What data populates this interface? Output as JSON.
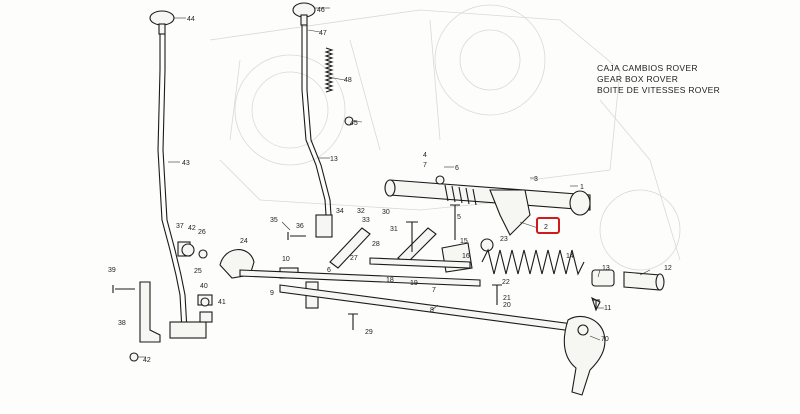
{
  "title_lines": [
    "CAJA CAMBIOS ROVER",
    "GEAR BOX ROVER",
    "BOITE DE VITESSES ROVER"
  ],
  "highlight_label": "2",
  "colors": {
    "ink": "#1b1b1b",
    "ghost": "#d9d9d4",
    "highlight": "#d11a1a"
  },
  "labels": [
    {
      "id": "44",
      "text": "44"
    },
    {
      "id": "46",
      "text": "46"
    },
    {
      "id": "47",
      "text": "47"
    },
    {
      "id": "48",
      "text": "48"
    },
    {
      "id": "45",
      "text": "45"
    },
    {
      "id": "43",
      "text": "43"
    },
    {
      "id": "42",
      "text": "42"
    },
    {
      "id": "13",
      "text": "13"
    },
    {
      "id": "7",
      "text": "7"
    },
    {
      "id": "6",
      "text": "6"
    },
    {
      "id": "3",
      "text": "3"
    },
    {
      "id": "1",
      "text": "1"
    },
    {
      "id": "5",
      "text": "5"
    },
    {
      "id": "35",
      "text": "35"
    },
    {
      "id": "36",
      "text": "36"
    },
    {
      "id": "34",
      "text": "34"
    },
    {
      "id": "32",
      "text": "32"
    },
    {
      "id": "33",
      "text": "33"
    },
    {
      "id": "31",
      "text": "31"
    },
    {
      "id": "28",
      "text": "28"
    },
    {
      "id": "30",
      "text": "30"
    },
    {
      "id": "27",
      "text": "27"
    },
    {
      "id": "24",
      "text": "24"
    },
    {
      "id": "25",
      "text": "25"
    },
    {
      "id": "26",
      "text": "26"
    },
    {
      "id": "37",
      "text": "37"
    },
    {
      "id": "9",
      "text": "9"
    },
    {
      "id": "10",
      "text": "10"
    },
    {
      "id": "39",
      "text": "39"
    },
    {
      "id": "40",
      "text": "40"
    },
    {
      "id": "41",
      "text": "41"
    },
    {
      "id": "38",
      "text": "38"
    },
    {
      "id": "15",
      "text": "15"
    },
    {
      "id": "16",
      "text": "16"
    },
    {
      "id": "23",
      "text": "23"
    },
    {
      "id": "22",
      "text": "22"
    },
    {
      "id": "20",
      "text": "20"
    },
    {
      "id": "21",
      "text": "21"
    },
    {
      "id": "14",
      "text": "14"
    },
    {
      "id": "13b",
      "text": "13"
    },
    {
      "id": "12",
      "text": "12"
    },
    {
      "id": "11",
      "text": "11"
    },
    {
      "id": "70",
      "text": "70"
    },
    {
      "id": "8",
      "text": "8"
    },
    {
      "id": "29",
      "text": "29"
    },
    {
      "id": "4",
      "text": "4"
    },
    {
      "id": "42b",
      "text": "42"
    },
    {
      "id": "6b",
      "text": "6"
    },
    {
      "id": "7b",
      "text": "7"
    },
    {
      "id": "19",
      "text": "19"
    },
    {
      "id": "18",
      "text": "18"
    }
  ]
}
